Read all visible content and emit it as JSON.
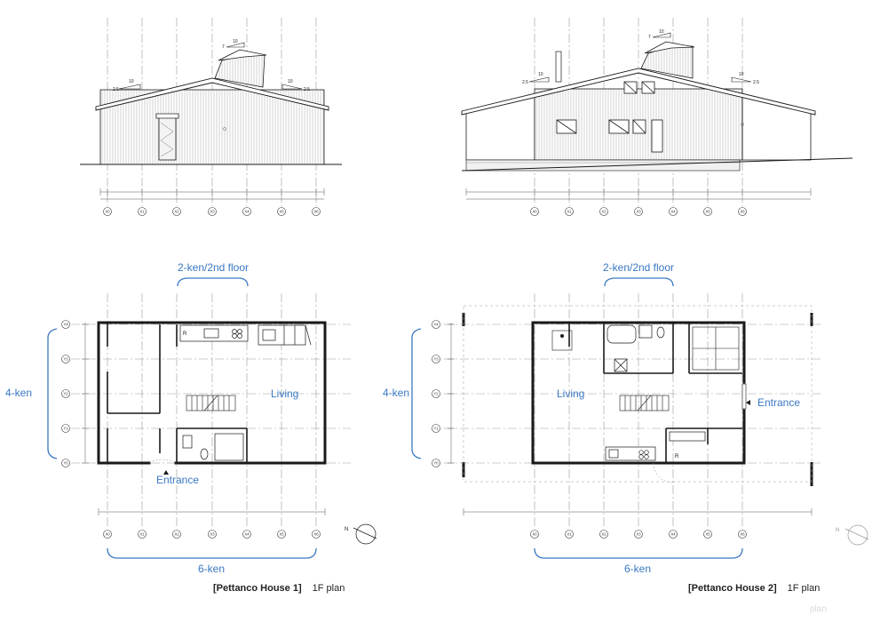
{
  "colors": {
    "annotation": "#3a78c2",
    "line": "#1a1a1a",
    "grid": "#9a9a9a",
    "siding": "#bdbdbd"
  },
  "grid_axes": {
    "x_labels": [
      "X0",
      "X1",
      "X2",
      "X3",
      "X4",
      "X5",
      "X6"
    ],
    "y_labels": [
      "Y4",
      "Y3",
      "Y2",
      "Y1",
      "Y0"
    ]
  },
  "house1": {
    "caption_name": "[Pettanco House 1]",
    "caption_plan": "1F plan",
    "span_top": "2-ken/2nd floor",
    "span_side": "4-ken",
    "span_bottom": "6-ken",
    "room_living": "Living",
    "room_entrance": "Entrance",
    "fridge_mark": "R",
    "roof_slope_left": "10",
    "roof_slope_right": "10",
    "roof_slope_top": "10",
    "roof_rise": "2.5",
    "roof_rise_top": "7"
  },
  "house2": {
    "caption_name": "[Pettanco House 2]",
    "caption_plan": "1F plan",
    "span_top": "2-ken/2nd floor",
    "span_side": "4-ken",
    "span_bottom": "6-ken",
    "room_living": "Living",
    "room_entrance": "Entrance",
    "fridge_mark": "R",
    "roof_slope_left": "10",
    "roof_slope_right": "10",
    "roof_slope_top": "10",
    "roof_rise": "2.5",
    "roof_rise_top": "7"
  },
  "north_label": "N",
  "watermark": "plan"
}
